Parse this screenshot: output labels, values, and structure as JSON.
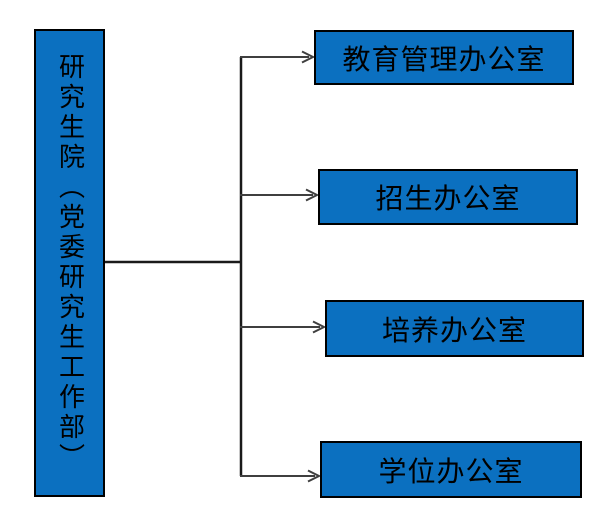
{
  "diagram": {
    "root": {
      "label": "研究生院（党委研究生工作部）"
    },
    "children": [
      {
        "label": "教育管理办公室"
      },
      {
        "label": "招生办公室"
      },
      {
        "label": "培养办公室"
      },
      {
        "label": "学位办公室"
      }
    ],
    "colors": {
      "box_fill": "#0B70C0",
      "box_border": "#000000",
      "trunk_line": "#1A1A1A",
      "branch_line": "#3F3F3F",
      "text": "#000000",
      "background": "#FFFFFF"
    }
  }
}
